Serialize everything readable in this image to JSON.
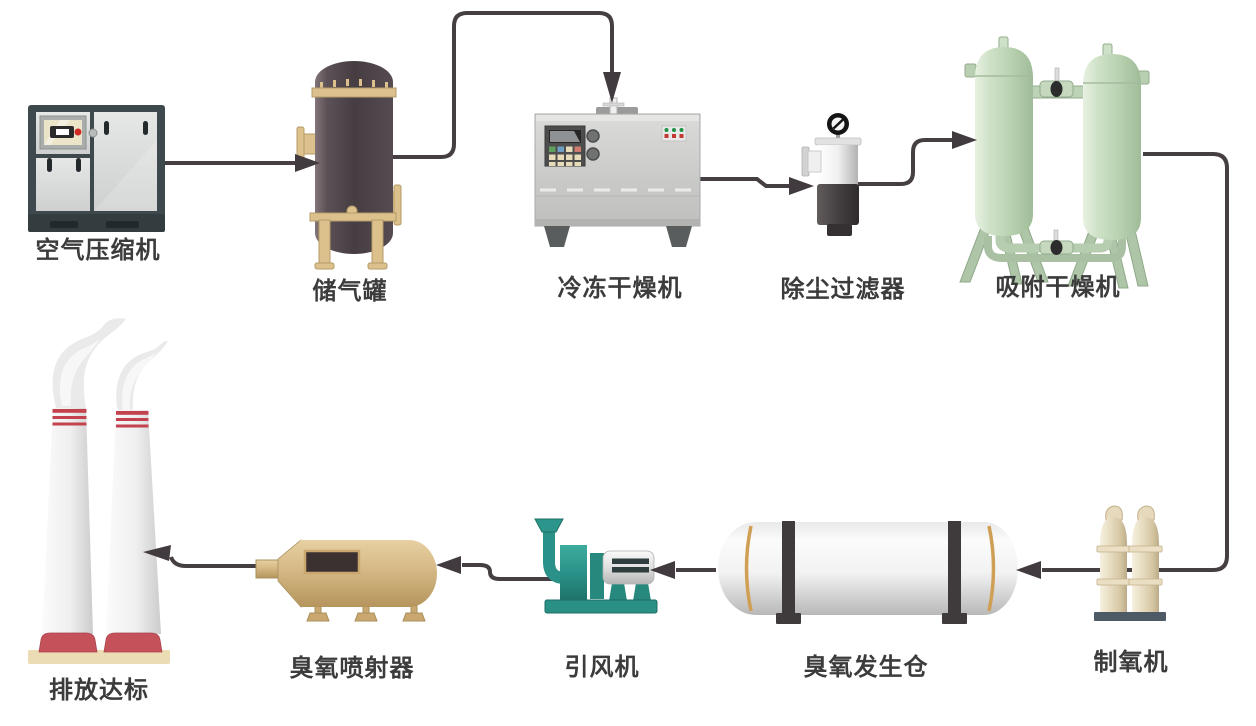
{
  "diagram": {
    "background": "#ffffff",
    "pipe_color": "#453e42",
    "label_color": "#3c3c3c",
    "nodes": [
      {
        "id": "air-compressor",
        "label": "空气压缩机"
      },
      {
        "id": "gas-storage-tank",
        "label": "储气罐"
      },
      {
        "id": "refrigerated-dryer",
        "label": "冷冻干燥机"
      },
      {
        "id": "dust-filter",
        "label": "除尘过滤器"
      },
      {
        "id": "adsorption-dryer",
        "label": "吸附干燥机"
      },
      {
        "id": "oxygen-generator",
        "label": "制氧机"
      },
      {
        "id": "ozone-chamber",
        "label": "臭氧发生仓"
      },
      {
        "id": "induced-draft-fan",
        "label": "引风机"
      },
      {
        "id": "ozone-injector",
        "label": "臭氧喷射器"
      },
      {
        "id": "emission-stacks",
        "label": "排放达标"
      }
    ],
    "flow": [
      {
        "from": "air-compressor",
        "to": "gas-storage-tank"
      },
      {
        "from": "gas-storage-tank",
        "to": "refrigerated-dryer"
      },
      {
        "from": "refrigerated-dryer",
        "to": "dust-filter"
      },
      {
        "from": "dust-filter",
        "to": "adsorption-dryer"
      },
      {
        "from": "adsorption-dryer",
        "to": "oxygen-generator"
      },
      {
        "from": "oxygen-generator",
        "to": "ozone-chamber"
      },
      {
        "from": "ozone-chamber",
        "to": "induced-draft-fan"
      },
      {
        "from": "induced-draft-fan",
        "to": "ozone-injector"
      },
      {
        "from": "ozone-injector",
        "to": "emission-stacks"
      }
    ],
    "colors": {
      "tank_body": "#4f464b",
      "tank_trim": "#dcc18c",
      "dryer_body": "#cccdcc",
      "green_tank": "#c7dbc1",
      "cream_cylinder": "#e8dcc0",
      "teal_fan": "#2a9188",
      "injector_tan": "#d3b37f",
      "chimney_red": "#c9545c",
      "chamber_gold": "#cf9f55"
    }
  }
}
